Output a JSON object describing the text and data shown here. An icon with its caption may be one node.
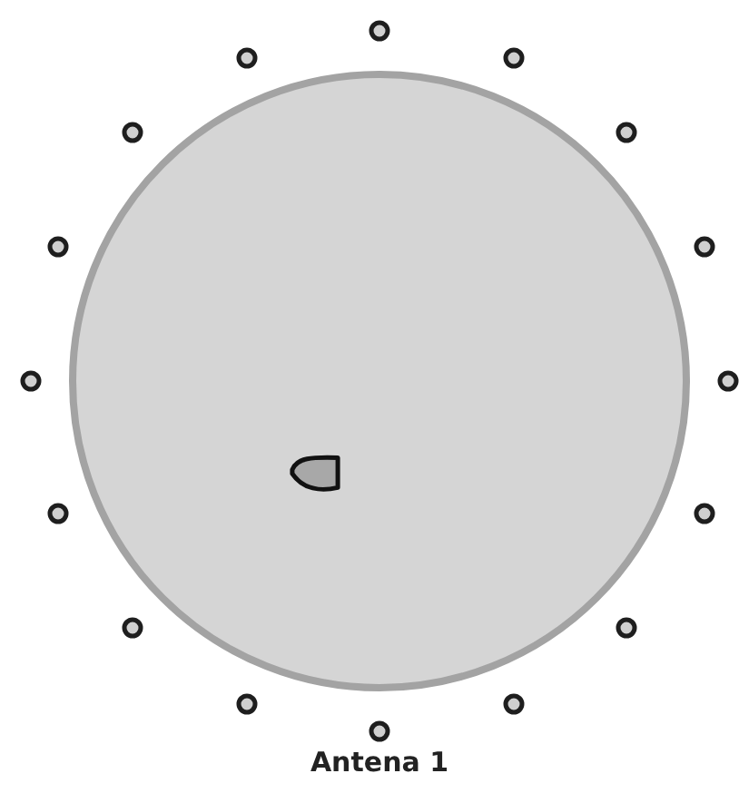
{
  "diagram": {
    "nodes": [
      {
        "text": [],
        "shape": "circle"
      },
      {
        "text": [],
        "shape": "blob",
        "in": 0
      },
      {
        "text": [],
        "shape": "circle"
      },
      {
        "text": [],
        "shape": "circle"
      },
      {
        "text": [],
        "shape": "circle"
      },
      {
        "text": [],
        "shape": "circle"
      },
      {
        "text": [],
        "shape": "circle"
      },
      {
        "text": [],
        "shape": "circle"
      },
      {
        "text": [],
        "shape": "circle"
      },
      {
        "text": [],
        "shape": "circle"
      },
      {
        "text": [],
        "shape": "circle"
      },
      {
        "text": [],
        "shape": "circle"
      },
      {
        "text": [],
        "shape": "circle"
      },
      {
        "text": [],
        "shape": "circle"
      },
      {
        "text": [],
        "shape": "circle"
      },
      {
        "text": [],
        "shape": "circle"
      },
      {
        "text": [],
        "shape": "circle"
      },
      {
        "text": [],
        "shape": "circle",
        "beside": [
          "Antena 1"
        ]
      }
    ]
  }
}
